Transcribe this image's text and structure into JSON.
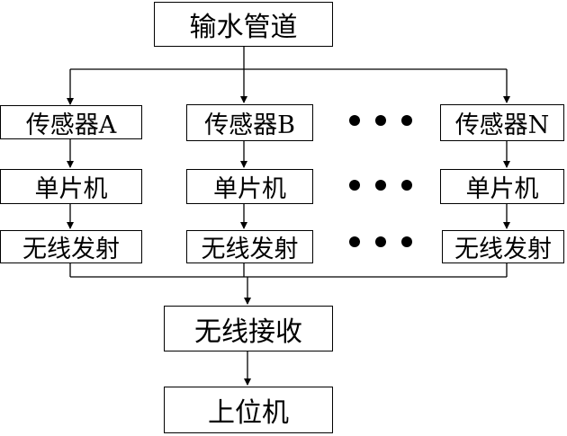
{
  "diagram": {
    "pipeline": "输水管道",
    "columns": [
      {
        "sensor": "传感器A",
        "mcu": "单片机",
        "tx": "无线发射"
      },
      {
        "sensor": "传感器B",
        "mcu": "单片机",
        "tx": "无线发射"
      },
      {
        "sensor": "传感器N",
        "mcu": "单片机",
        "tx": "无线发射"
      }
    ],
    "receiver": "无线接收",
    "host": "上位机"
  }
}
